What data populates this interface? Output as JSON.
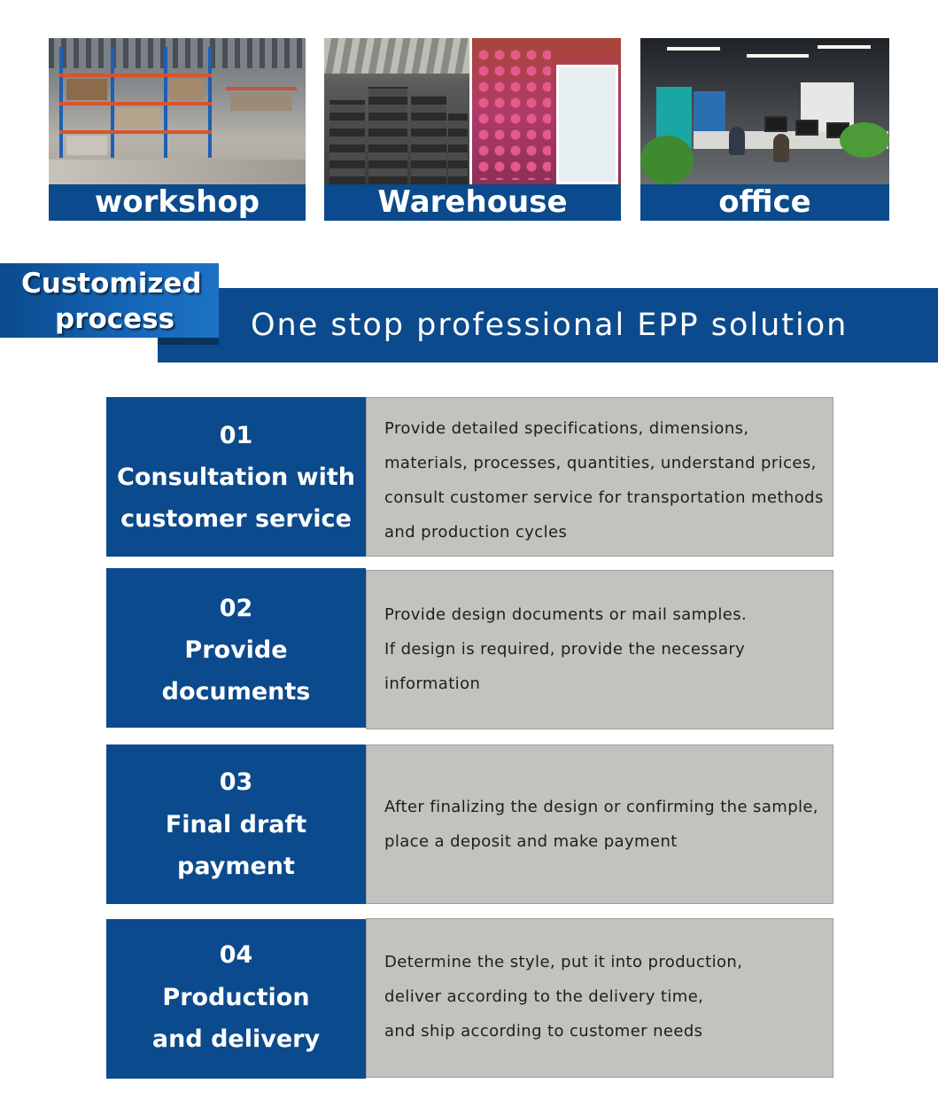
{
  "photos": [
    {
      "caption": "workshop"
    },
    {
      "caption": "Warehouse"
    },
    {
      "caption": "office"
    }
  ],
  "banner": {
    "title_line1": "Customized",
    "title_line2": "process",
    "subtitle": "One stop professional EPP solution"
  },
  "steps": [
    {
      "number": "01",
      "title_lines": [
        "Consultation with",
        "customer service"
      ],
      "description_lines": [
        "Provide detailed specifications, dimensions,",
        "materials, processes, quantities, understand prices,",
        "consult customer service for transportation methods",
        "and production cycles"
      ]
    },
    {
      "number": "02",
      "title_lines": [
        "Provide",
        "documents"
      ],
      "description_lines": [
        "Provide design documents or mail samples.",
        "If design is required, provide the necessary",
        "information"
      ]
    },
    {
      "number": "03",
      "title_lines": [
        "Final draft",
        "payment"
      ],
      "description_lines": [
        "After finalizing the design or confirming the sample,",
        "place a deposit and make payment"
      ]
    },
    {
      "number": "04",
      "title_lines": [
        "Production",
        "and delivery"
      ],
      "description_lines": [
        "Determine the style, put it into production,",
        "deliver according to the delivery time,",
        "and ship according to customer needs"
      ]
    }
  ],
  "colors": {
    "brand_blue": "#0b4a8c",
    "panel_gray": "#c2c2be"
  }
}
